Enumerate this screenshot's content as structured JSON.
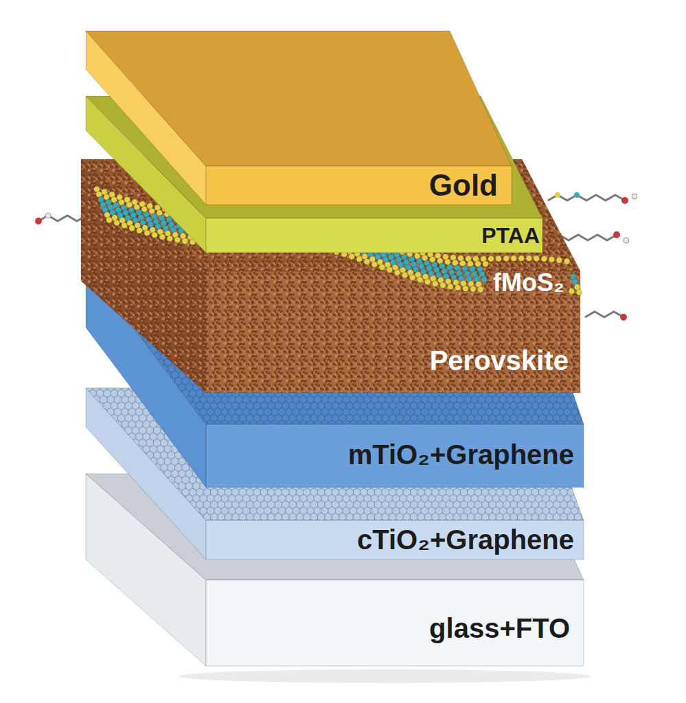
{
  "diagram": {
    "nodes": [
      {
        "text": [
          "Gold"
        ]
      },
      {
        "text": [
          "PTAA"
        ]
      },
      {
        "text": [
          "fMoS₂"
        ]
      },
      {
        "text": [
          "Perovskite"
        ]
      },
      {
        "text": [
          "mTiO₂+Graphene"
        ]
      },
      {
        "text": [
          "cTiO₂+Graphene"
        ]
      },
      {
        "text": [
          "glass+FTO"
        ]
      }
    ]
  }
}
